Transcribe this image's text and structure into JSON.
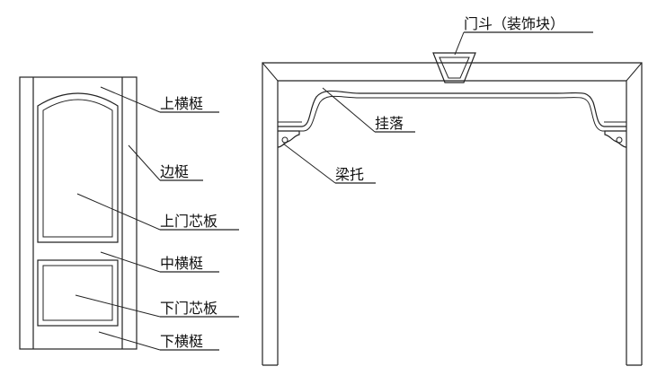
{
  "labels": {
    "top_rail": "上横梃",
    "stile": "边梃",
    "upper_panel": "上门芯板",
    "middle_rail": "中横梃",
    "lower_panel": "下门芯板",
    "bottom_rail": "下横梃",
    "keystone": "门斗（装饰块）",
    "hanging_fascia": "挂落",
    "corbel": "梁托"
  }
}
